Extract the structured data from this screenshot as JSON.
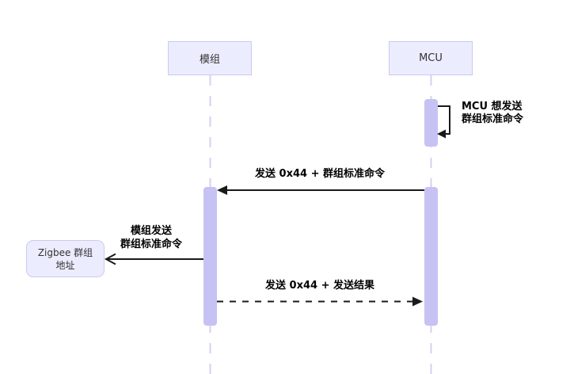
{
  "diagram": {
    "type": "sequence-diagram",
    "participants": [
      {
        "id": "module",
        "label": "模组"
      },
      {
        "id": "mcu",
        "label": "MCU"
      }
    ],
    "external_node": {
      "id": "zigbee-group-address",
      "label": "Zigbee 群组\n地址",
      "shape": "rounded-rect"
    },
    "messages": [
      {
        "from": "mcu",
        "to": "mcu",
        "label": "MCU 想发送\n群组标准命令",
        "line_style": "solid-self-loop",
        "arrowhead": "filled"
      },
      {
        "from": "mcu",
        "to": "module",
        "label": "发送 0x44 + 群组标准命令",
        "line_style": "solid",
        "arrowhead": "filled"
      },
      {
        "from": "module",
        "to": "zigbee-group-address",
        "label": "模组发送\n群组标准命令",
        "line_style": "solid",
        "arrowhead": "open"
      },
      {
        "from": "module",
        "to": "mcu",
        "label": "发送 0x44 + 发送结果",
        "line_style": "dashed",
        "arrowhead": "filled"
      }
    ],
    "activations": [
      {
        "participant": "mcu",
        "span": "self-message"
      },
      {
        "participant": "module",
        "span": "message-1-to-3"
      },
      {
        "participant": "mcu",
        "span": "message-1-to-3"
      }
    ],
    "colors": {
      "actor_fill": "#ECECFF",
      "actor_border": "#C9C9EF",
      "activation_fill": "#C7C2F4",
      "lifeline": "#D8CFF0",
      "message_line": "#1A1A1A",
      "node_fill": "#ECECFF",
      "node_border": "#CFC8EE",
      "background": "#FFFFFF"
    }
  }
}
